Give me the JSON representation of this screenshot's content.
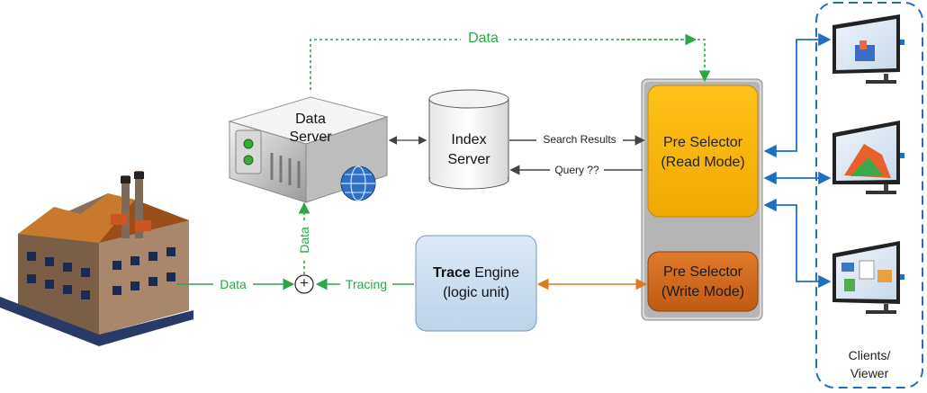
{
  "nodes": {
    "data_server": {
      "line1": "Data",
      "line2": "Server"
    },
    "index_server": {
      "line1": "Index",
      "line2": "Server"
    },
    "read_selector": {
      "line1": "Pre Selector",
      "line2": "(Read Mode)"
    },
    "write_selector": {
      "line1": "Pre Selector",
      "line2": "(Write Mode)"
    },
    "trace_engine": {
      "bold": "Trace",
      "rest": " Engine",
      "line2": "(logic unit)"
    },
    "clients": {
      "line1": "Clients/",
      "line2": "Viewer"
    },
    "plus_node": "+"
  },
  "edges": {
    "data_top": "Data",
    "search_results": "Search Results",
    "query": "Query ??",
    "data_vertical": "Data",
    "data_factory": "Data",
    "tracing": "Tracing"
  },
  "colors": {
    "green_flow": "#2aa845",
    "blue_flow": "#1f6fc1",
    "orange_flow": "#e07a1f",
    "read_mode_fill": "#f5b400",
    "write_mode_fill": "#d2691e",
    "trace_fill": "#cfe0f0"
  }
}
